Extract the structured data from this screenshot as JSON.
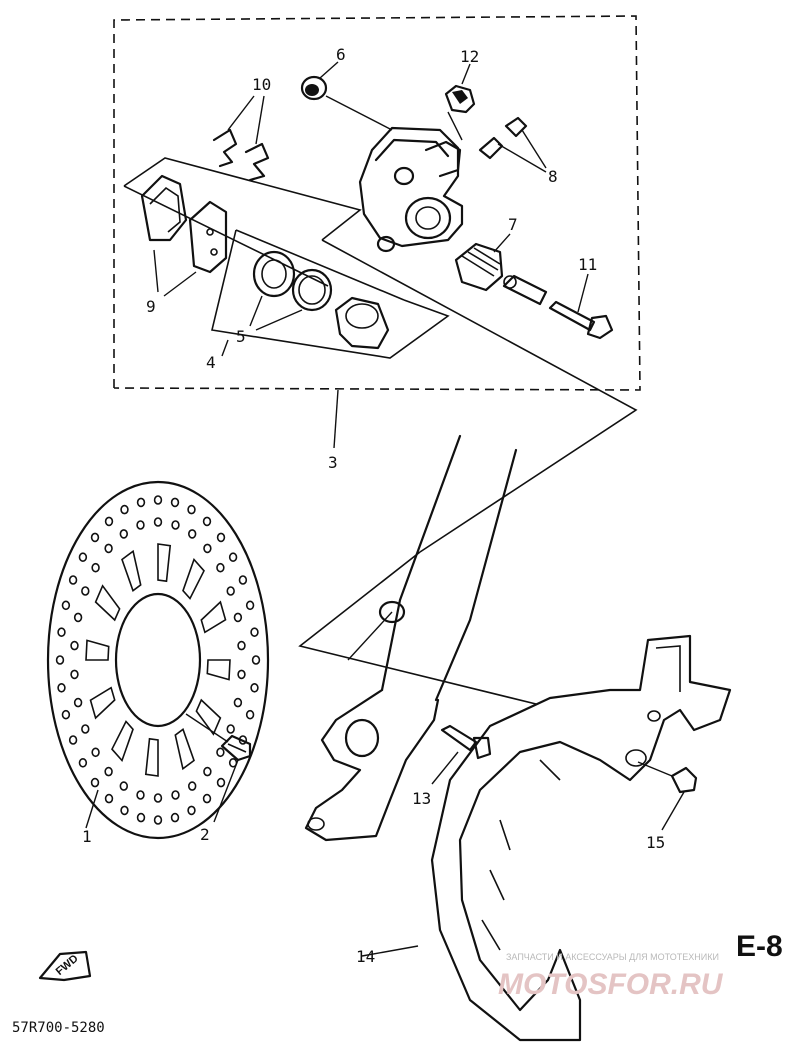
{
  "diagram": {
    "section_code": "E-8",
    "drawing_code": "57R700-5280",
    "fwd_label": "FWD",
    "watermark_small": "ЗАПЧАСТИ И АКСЕССУАРЫ ДЛЯ МОТОТЕХНИКИ",
    "watermark_large": "MOTOSFOR.RU",
    "callouts": [
      "1",
      "2",
      "3",
      "4",
      "5",
      "6",
      "7",
      "8",
      "9",
      "10",
      "11",
      "12",
      "13",
      "14",
      "15"
    ]
  }
}
